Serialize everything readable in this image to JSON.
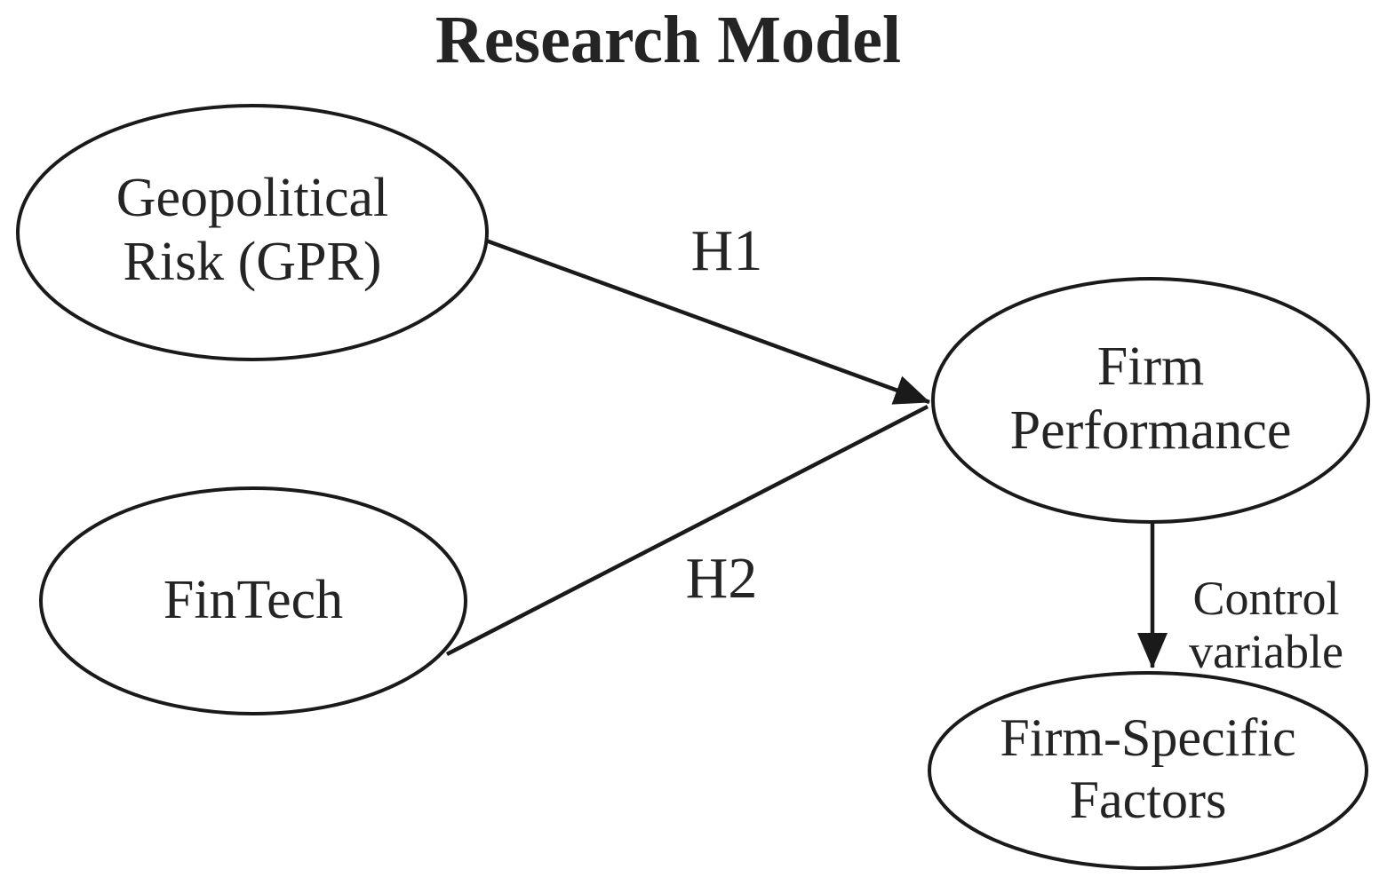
{
  "title": "Research Model",
  "colors": {
    "stroke": "#1a1a1a",
    "text": "#242424",
    "background": "#ffffff"
  },
  "nodes": {
    "geopolitical_risk": {
      "line1": "Geopolitical",
      "line2": "Risk (GPR)"
    },
    "fintech": {
      "label": "FinTech"
    },
    "firm_performance": {
      "line1": "Firm",
      "line2": "Performance"
    },
    "firm_specific_factors": {
      "line1": "Firm-Specific",
      "line2": "Factors"
    }
  },
  "edges": {
    "h1": {
      "label": "H1",
      "from": "Geopolitical Risk (GPR)",
      "to": "Firm Performance"
    },
    "h2": {
      "label": "H2",
      "from": "FinTech",
      "to": "Firm Performance"
    },
    "control": {
      "line1": "Control",
      "line2": "variable",
      "from": "Firm Performance",
      "to": "Firm-Specific Factors"
    }
  }
}
